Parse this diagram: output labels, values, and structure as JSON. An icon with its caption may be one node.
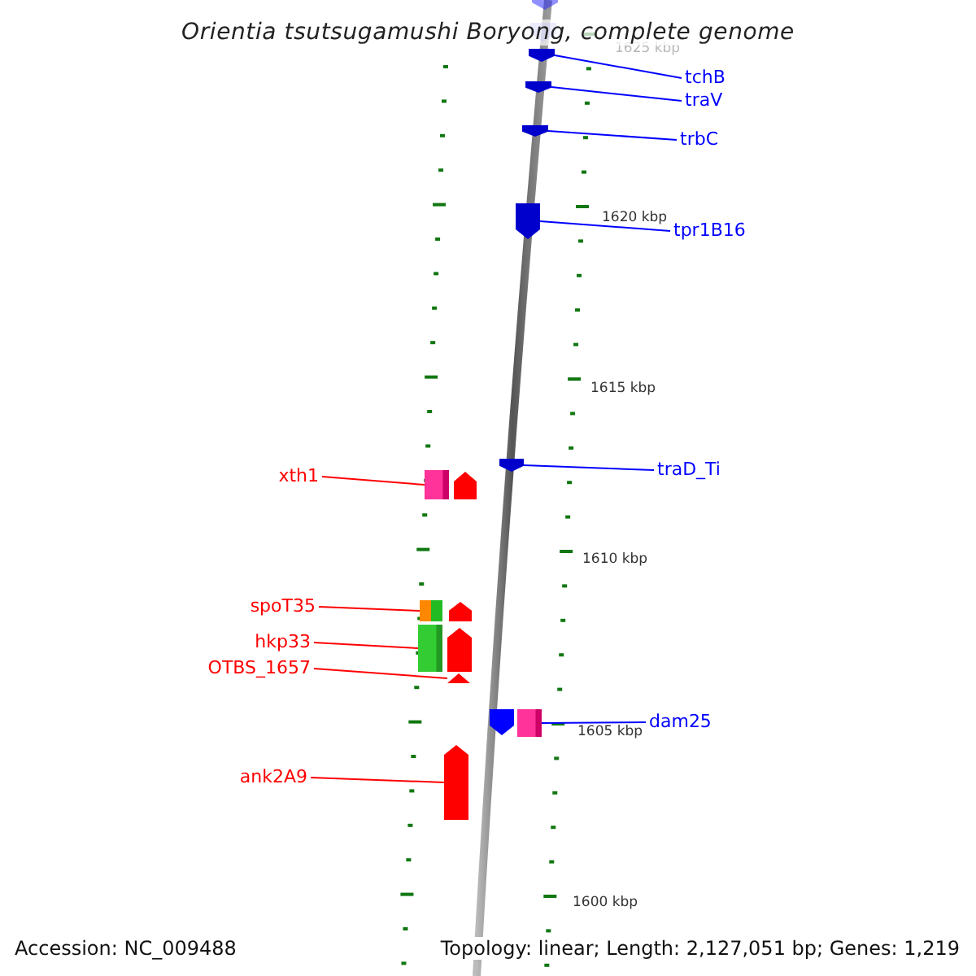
{
  "diagram": {
    "title": "Orientia tsutsugamushi Boryong, complete genome",
    "nodes": [
      {
        "text": [
          "tchB"
        ]
      },
      {
        "text": [],
        "shape": "arrow"
      },
      {
        "text": [
          "traV"
        ]
      },
      {
        "text": [],
        "shape": "arrow"
      },
      {
        "text": [
          "trbC"
        ]
      },
      {
        "text": [],
        "shape": "arrow"
      },
      {
        "text": [
          "tpr1B16"
        ]
      },
      {
        "text": [],
        "shape": "arrow"
      },
      {
        "text": [
          "traD_Ti"
        ]
      },
      {
        "text": [],
        "shape": "arrow"
      },
      {
        "text": [
          "xth1"
        ]
      },
      {
        "text": [],
        "shape": "box"
      },
      {
        "text": [
          "spoT35"
        ]
      },
      {
        "text": [],
        "shape": "box"
      },
      {
        "text": [
          "hkp33"
        ]
      },
      {
        "text": [],
        "shape": "box"
      },
      {
        "text": [
          "OTBS_1657"
        ]
      },
      {
        "text": [],
        "shape": "triangle"
      },
      {
        "text": [
          "dam25"
        ]
      },
      {
        "text": [],
        "shape": "box"
      },
      {
        "text": [
          "ank2A9"
        ]
      },
      {
        "text": [],
        "shape": "arrow"
      }
    ],
    "edges": [
      {
        "from": 0,
        "to": 1,
        "arrow": "none"
      },
      {
        "from": 2,
        "to": 3,
        "arrow": "none"
      },
      {
        "from": 4,
        "to": 5,
        "arrow": "none"
      },
      {
        "from": 6,
        "to": 7,
        "arrow": "none"
      },
      {
        "from": 8,
        "to": 9,
        "arrow": "none"
      },
      {
        "from": 10,
        "to": 11,
        "arrow": "none",
        "color": "#ff0000"
      },
      {
        "from": 12,
        "to": 13,
        "arrow": "none",
        "color": "#ff0000"
      },
      {
        "from": 14,
        "to": 15,
        "arrow": "none",
        "color": "#ff0000"
      },
      {
        "from": 16,
        "to": 17,
        "arrow": "none",
        "color": "#ff0000"
      },
      {
        "from": 18,
        "to": 19,
        "arrow": "none"
      },
      {
        "from": 20,
        "to": 21,
        "arrow": "none",
        "color": "#ff0000"
      }
    ],
    "labels": [
      "1625 kbp",
      "1620 kbp",
      "1615 kbp",
      "1610 kbp",
      "1605 kbp",
      "1600 kbp",
      "Accession: NC_009488",
      "Topology: linear; Length: 2,127,051 bp; Genes: 1,219"
    ]
  }
}
